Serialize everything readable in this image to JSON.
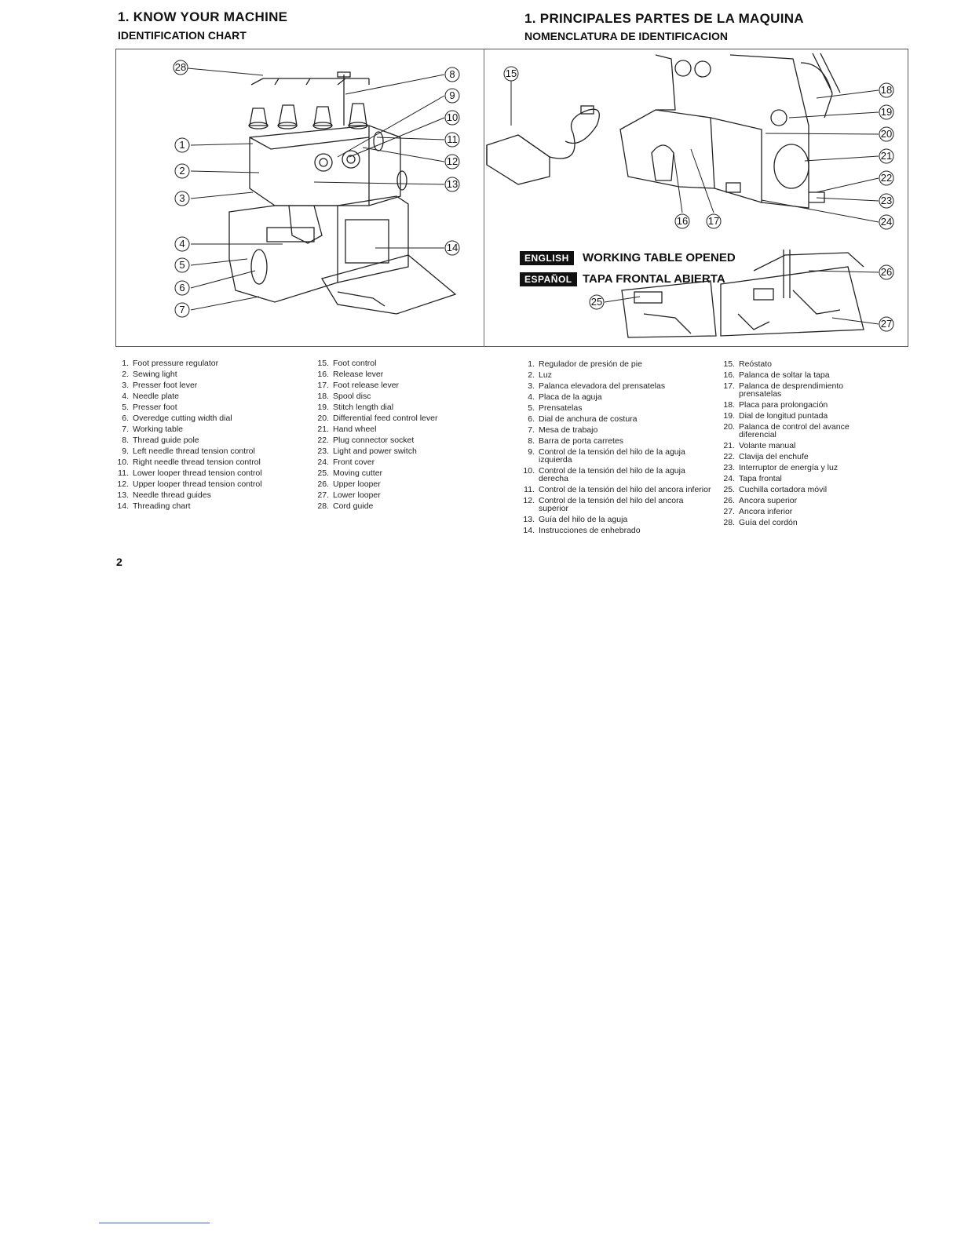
{
  "english": {
    "title": "1. KNOW YOUR MACHINE",
    "subtitle": "IDENTIFICATION CHART",
    "items_col1": [
      {
        "n": "1.",
        "t": "Foot pressure regulator"
      },
      {
        "n": "2.",
        "t": "Sewing light"
      },
      {
        "n": "3.",
        "t": "Presser foot lever"
      },
      {
        "n": "4.",
        "t": "Needle plate"
      },
      {
        "n": "5.",
        "t": "Presser foot"
      },
      {
        "n": "6.",
        "t": "Overedge cutting width dial"
      },
      {
        "n": "7.",
        "t": "Working table"
      },
      {
        "n": "8.",
        "t": "Thread guide pole"
      },
      {
        "n": "9.",
        "t": "Left needle thread tension control"
      },
      {
        "n": "10.",
        "t": "Right needle thread tension control"
      },
      {
        "n": "11.",
        "t": "Lower looper thread tension control"
      },
      {
        "n": "12.",
        "t": "Upper looper thread tension control"
      },
      {
        "n": "13.",
        "t": "Needle thread guides"
      },
      {
        "n": "14.",
        "t": "Threading chart"
      }
    ],
    "items_col2": [
      {
        "n": "15.",
        "t": "Foot control"
      },
      {
        "n": "16.",
        "t": "Release lever"
      },
      {
        "n": "17.",
        "t": "Foot release lever"
      },
      {
        "n": "18.",
        "t": "Spool disc"
      },
      {
        "n": "19.",
        "t": "Stitch length dial"
      },
      {
        "n": "20.",
        "t": "Differential feed control lever"
      },
      {
        "n": "21.",
        "t": "Hand wheel"
      },
      {
        "n": "22.",
        "t": "Plug connector socket"
      },
      {
        "n": "23.",
        "t": "Light and power switch"
      },
      {
        "n": "24.",
        "t": "Front cover"
      },
      {
        "n": "25.",
        "t": "Moving cutter"
      },
      {
        "n": "26.",
        "t": "Upper looper"
      },
      {
        "n": "27.",
        "t": "Lower looper"
      },
      {
        "n": "28.",
        "t": "Cord guide"
      }
    ]
  },
  "spanish": {
    "title": "1. PRINCIPALES PARTES DE LA MAQUINA",
    "subtitle": "NOMENCLATURA DE IDENTIFICACION",
    "items_col1": [
      {
        "n": "1.",
        "t": "Regulador de presión de pie"
      },
      {
        "n": "2.",
        "t": "Luz"
      },
      {
        "n": "3.",
        "t": "Palanca elevadora del prensatelas"
      },
      {
        "n": "4.",
        "t": "Placa de la aguja"
      },
      {
        "n": "5.",
        "t": "Prensatelas"
      },
      {
        "n": "6.",
        "t": "Dial de anchura de costura"
      },
      {
        "n": "7.",
        "t": "Mesa de trabajo"
      },
      {
        "n": "8.",
        "t": "Barra de porta carretes"
      },
      {
        "n": "9.",
        "t": "Control de la tensión del hilo de la aguja izquierda"
      },
      {
        "n": "10.",
        "t": "Control de la tensión del hilo de la aguja derecha"
      },
      {
        "n": "11.",
        "t": "Control de la tensión del hilo del ancora inferior"
      },
      {
        "n": "12.",
        "t": "Control de la tensión del hilo del ancora superior"
      },
      {
        "n": "13.",
        "t": "Guía del hilo de la aguja"
      },
      {
        "n": "14.",
        "t": "Instrucciones de enhebrado"
      }
    ],
    "items_col2": [
      {
        "n": "15.",
        "t": "Reóstato"
      },
      {
        "n": "16.",
        "t": "Palanca de soltar la tapa"
      },
      {
        "n": "17.",
        "t": "Palanca de desprendimiento prensatelas"
      },
      {
        "n": "18.",
        "t": "Placa para prolongación"
      },
      {
        "n": "19.",
        "t": "Dial de longitud puntada"
      },
      {
        "n": "20.",
        "t": "Palanca de control del avance diferencial"
      },
      {
        "n": "21.",
        "t": "Volante manual"
      },
      {
        "n": "22.",
        "t": "Clavija del enchufe"
      },
      {
        "n": "23.",
        "t": "Interruptor de energía y luz"
      },
      {
        "n": "24.",
        "t": "Tapa frontal"
      },
      {
        "n": "25.",
        "t": "Cuchilla cortadora móvil"
      },
      {
        "n": "26.",
        "t": "Ancora superior"
      },
      {
        "n": "27.",
        "t": "Ancora inferior"
      },
      {
        "n": "28.",
        "t": "Guía del cordón"
      }
    ]
  },
  "working_table": {
    "badge_en": "ENGLISH",
    "label_en": "WORKING TABLE OPENED",
    "badge_es": "ESPAÑOL",
    "label_es": "TAPA FRONTAL ABIERTA"
  },
  "callouts": {
    "c1": "1",
    "c2": "2",
    "c3": "3",
    "c4": "4",
    "c5": "5",
    "c6": "6",
    "c7": "7",
    "c8": "8",
    "c9": "9",
    "c10": "10",
    "c11": "11",
    "c12": "12",
    "c13": "13",
    "c14": "14",
    "c15": "15",
    "c16": "16",
    "c17": "17",
    "c18": "18",
    "c19": "19",
    "c20": "20",
    "c21": "21",
    "c22": "22",
    "c23": "23",
    "c24": "24",
    "c25": "25",
    "c26": "26",
    "c27": "27",
    "c28": "28"
  },
  "page_number": "2"
}
